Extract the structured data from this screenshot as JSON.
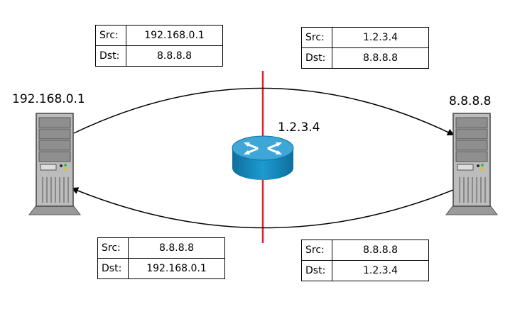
{
  "hosts": {
    "left": {
      "ip": "192.168.0.1"
    },
    "right": {
      "ip": "8.8.8.8"
    }
  },
  "router": {
    "ip": "1.2.3.4"
  },
  "packets": {
    "outbound_before_nat": {
      "src_key": "Src:",
      "src": "192.168.0.1",
      "dst_key": "Dst:",
      "dst": "8.8.8.8"
    },
    "outbound_after_nat": {
      "src_key": "Src:",
      "src": "1.2.3.4",
      "dst_key": "Dst:",
      "dst": "8.8.8.8"
    },
    "reply_after_nat": {
      "src_key": "Src:",
      "src": "8.8.8.8",
      "dst_key": "Dst:",
      "dst": "192.168.0.1"
    },
    "reply_before_nat": {
      "src_key": "Src:",
      "src": "8.8.8.8",
      "dst_key": "Dst:",
      "dst": "1.2.3.4"
    }
  },
  "colors": {
    "boundary": "#e8202a",
    "router_body": "#1a8fc2",
    "router_top": "#4db3df",
    "server_body": "#b5b5b5",
    "server_dark": "#707070"
  }
}
